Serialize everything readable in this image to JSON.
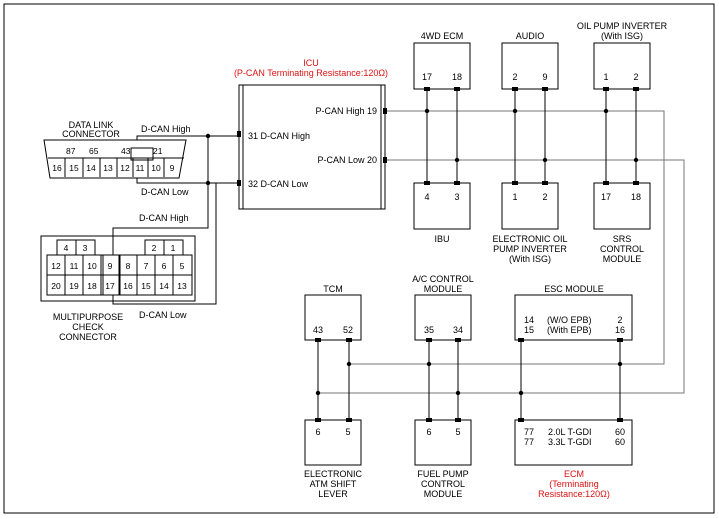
{
  "icu": {
    "title": "ICU",
    "subtitle": "(P-CAN Terminating Resistance:120Ω)",
    "pin_pcan_high": "P-CAN High 19",
    "pin_pcan_low": "P-CAN Low 20",
    "pin_dcan_high": "31 D-CAN High",
    "pin_dcan_low": "32 D-CAN Low"
  },
  "dlc": {
    "label_line1": "DATA LINK",
    "label_line2": "CONNECTOR",
    "top_pins": [
      "87",
      "65",
      "43",
      "21"
    ],
    "bottom_pins": [
      "16",
      "15",
      "14",
      "13",
      "12",
      "11",
      "10",
      "9"
    ],
    "dcan_high": "D-CAN High",
    "dcan_low": "D-CAN Low"
  },
  "mpc": {
    "label_line1": "MULTIPURPOSE",
    "label_line2": "CHECK",
    "label_line3": "CONNECTOR",
    "top_pins_left": [
      "4",
      "3"
    ],
    "top_pins_right": [
      "2",
      "1"
    ],
    "row1": [
      "12",
      "11",
      "10",
      "9",
      "8",
      "7",
      "6",
      "5"
    ],
    "row2": [
      "20",
      "19",
      "18",
      "17",
      "16",
      "15",
      "14",
      "13"
    ],
    "dcan_high": "D-CAN High",
    "dcan_low": "D-CAN Low"
  },
  "modules": {
    "ecm4wd": {
      "name": "4WD ECM",
      "pins": [
        "17",
        "18"
      ]
    },
    "audio": {
      "name": "AUDIO",
      "pins": [
        "2",
        "9"
      ]
    },
    "oilpump_top": {
      "name_line1": "OIL PUMP INVERTER",
      "name_line2": "(With ISG)",
      "pins": [
        "1",
        "2"
      ]
    },
    "ibu": {
      "name": "IBU",
      "pins": [
        "4",
        "3"
      ]
    },
    "eopi": {
      "name_line1": "ELECTRONIC OIL",
      "name_line2": "PUMP INVERTER",
      "name_line3": "(With ISG)",
      "pins": [
        "1",
        "2"
      ]
    },
    "srs": {
      "name_line1": "SRS",
      "name_line2": "CONTROL",
      "name_line3": "MODULE",
      "pins": [
        "17",
        "18"
      ]
    },
    "tcm": {
      "name": "TCM",
      "pins": [
        "43",
        "52"
      ]
    },
    "ac": {
      "name_line1": "A/C CONTROL",
      "name_line2": "MODULE",
      "pins": [
        "35",
        "34"
      ]
    },
    "esc": {
      "name": "ESC MODULE",
      "row1_left": "14",
      "row1_mid": "(W/O EPB)",
      "row1_right": "2",
      "row2_left": "15",
      "row2_mid": "(With EPB)",
      "row2_right": "16"
    },
    "atm": {
      "name_line1": "ELECTRONIC",
      "name_line2": "ATM SHIFT",
      "name_line3": "LEVER",
      "pins": [
        "6",
        "5"
      ]
    },
    "fuel": {
      "name_line1": "FUEL PUMP",
      "name_line2": "CONTROL",
      "name_line3": "MODULE",
      "pins": [
        "6",
        "5"
      ]
    },
    "ecm": {
      "name": "ECM",
      "name_line2": "(Terminating",
      "name_line3": "Resistance:120Ω)",
      "row1_left": "77",
      "row1_mid": "2.0L T-GDI",
      "row1_right": "60",
      "row2_left": "77",
      "row2_mid": "3.3L T-GDI",
      "row2_right": "60"
    }
  },
  "colors": {
    "line": "#000000",
    "bus": "#777777",
    "note": "#dd1111"
  }
}
